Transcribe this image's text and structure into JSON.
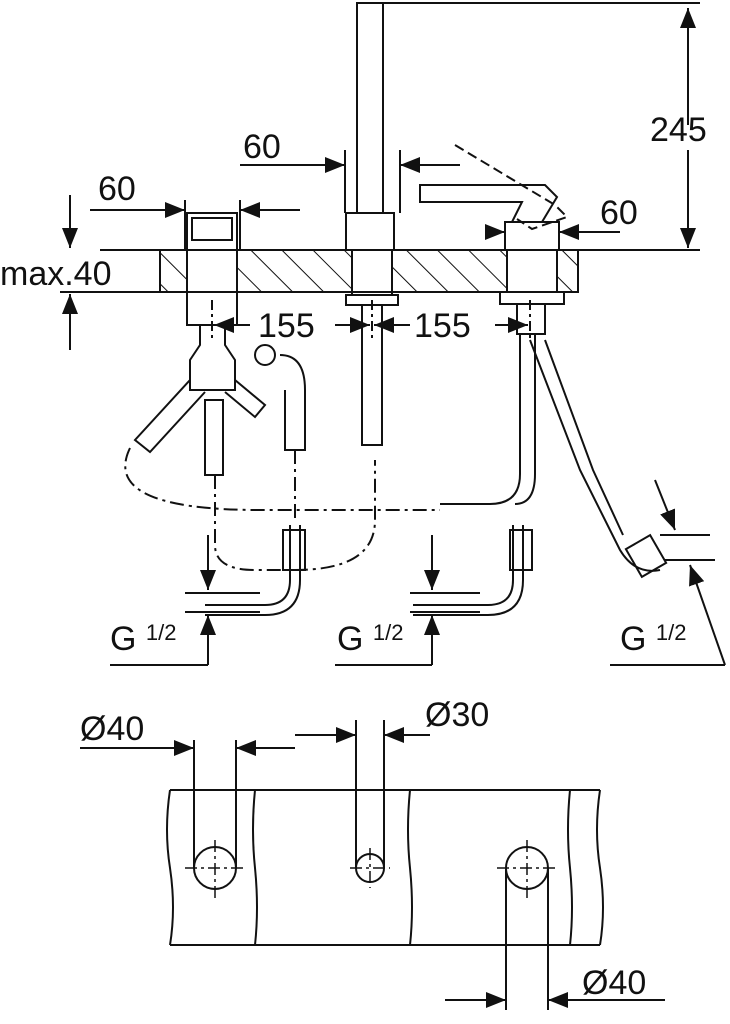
{
  "title": "Bath mixer 4-hole installation dimension drawing",
  "colors": {
    "line": "#111111",
    "background": "#ffffff"
  },
  "dimensions": {
    "left_valve_width": "60",
    "spout_width": "60",
    "right_valve_width": "60",
    "height": "245",
    "deck_thickness": "max.40",
    "spacing_left": "155",
    "spacing_right": "155"
  },
  "connections": {
    "left": {
      "thread": "G",
      "fraction": "1/2"
    },
    "center": {
      "thread": "G",
      "fraction": "1/2"
    },
    "right": {
      "thread": "G",
      "fraction": "1/2"
    }
  },
  "holes": {
    "left_diameter": "Ø40",
    "center_diameter": "Ø30",
    "right_diameter": "Ø40"
  }
}
